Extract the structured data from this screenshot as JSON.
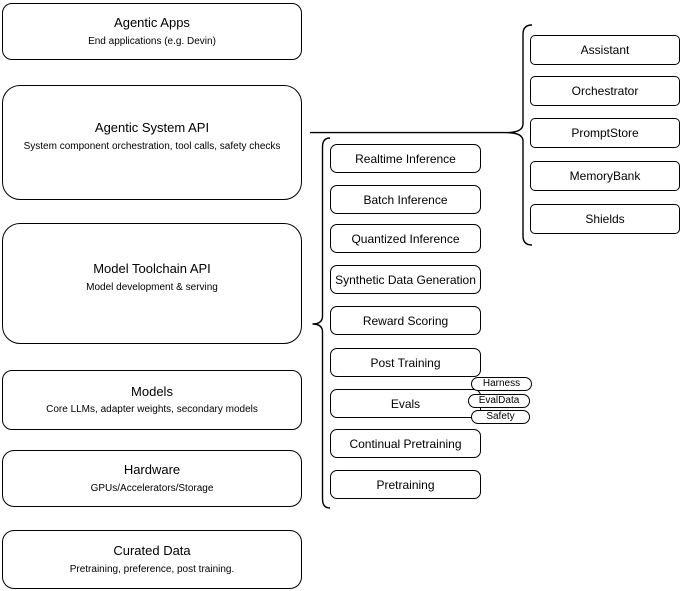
{
  "diagram": {
    "stack": [
      {
        "title": "Agentic Apps",
        "subtitle": "End applications (e.g. Devin)"
      },
      {
        "title": "Agentic System API",
        "subtitle": "System component orchestration, tool calls, safety checks"
      },
      {
        "title": "Model Toolchain API",
        "subtitle": "Model development & serving"
      },
      {
        "title": "Models",
        "subtitle": "Core LLMs, adapter weights, secondary models"
      },
      {
        "title": "Hardware",
        "subtitle": "GPUs/Accelerators/Storage"
      },
      {
        "title": "Curated Data",
        "subtitle": "Pretraining, preference, post training."
      }
    ],
    "toolchain_components": [
      "Realtime Inference",
      "Batch Inference",
      "Quantized Inference",
      "Synthetic Data Generation",
      "Reward Scoring",
      "Post Training",
      "Evals",
      "Continual Pretraining",
      "Pretraining"
    ],
    "eval_tags": [
      "Harness",
      "EvalData",
      "Safety"
    ],
    "system_components": [
      "Assistant",
      "Orchestrator",
      "PromptStore",
      "MemoryBank",
      "Shields"
    ],
    "colors": {
      "stroke": "#000000",
      "background": "#ffffff"
    }
  }
}
